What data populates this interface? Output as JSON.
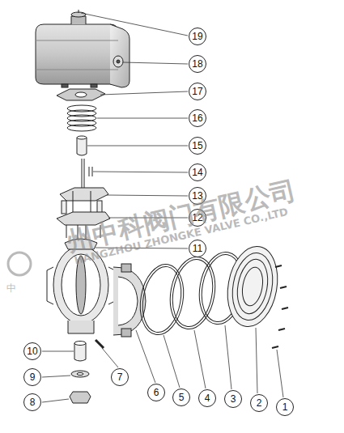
{
  "diagram": {
    "labels": [
      "19",
      "18",
      "17",
      "16",
      "15",
      "14",
      "13",
      "12",
      "11",
      "10",
      "9",
      "8",
      "7",
      "6",
      "5",
      "4",
      "3",
      "2",
      "1",
      "州中科阀门有限公司",
      "HANGZHOU ZHONGKE VALVE CO.,LTD",
      "中"
    ]
  }
}
